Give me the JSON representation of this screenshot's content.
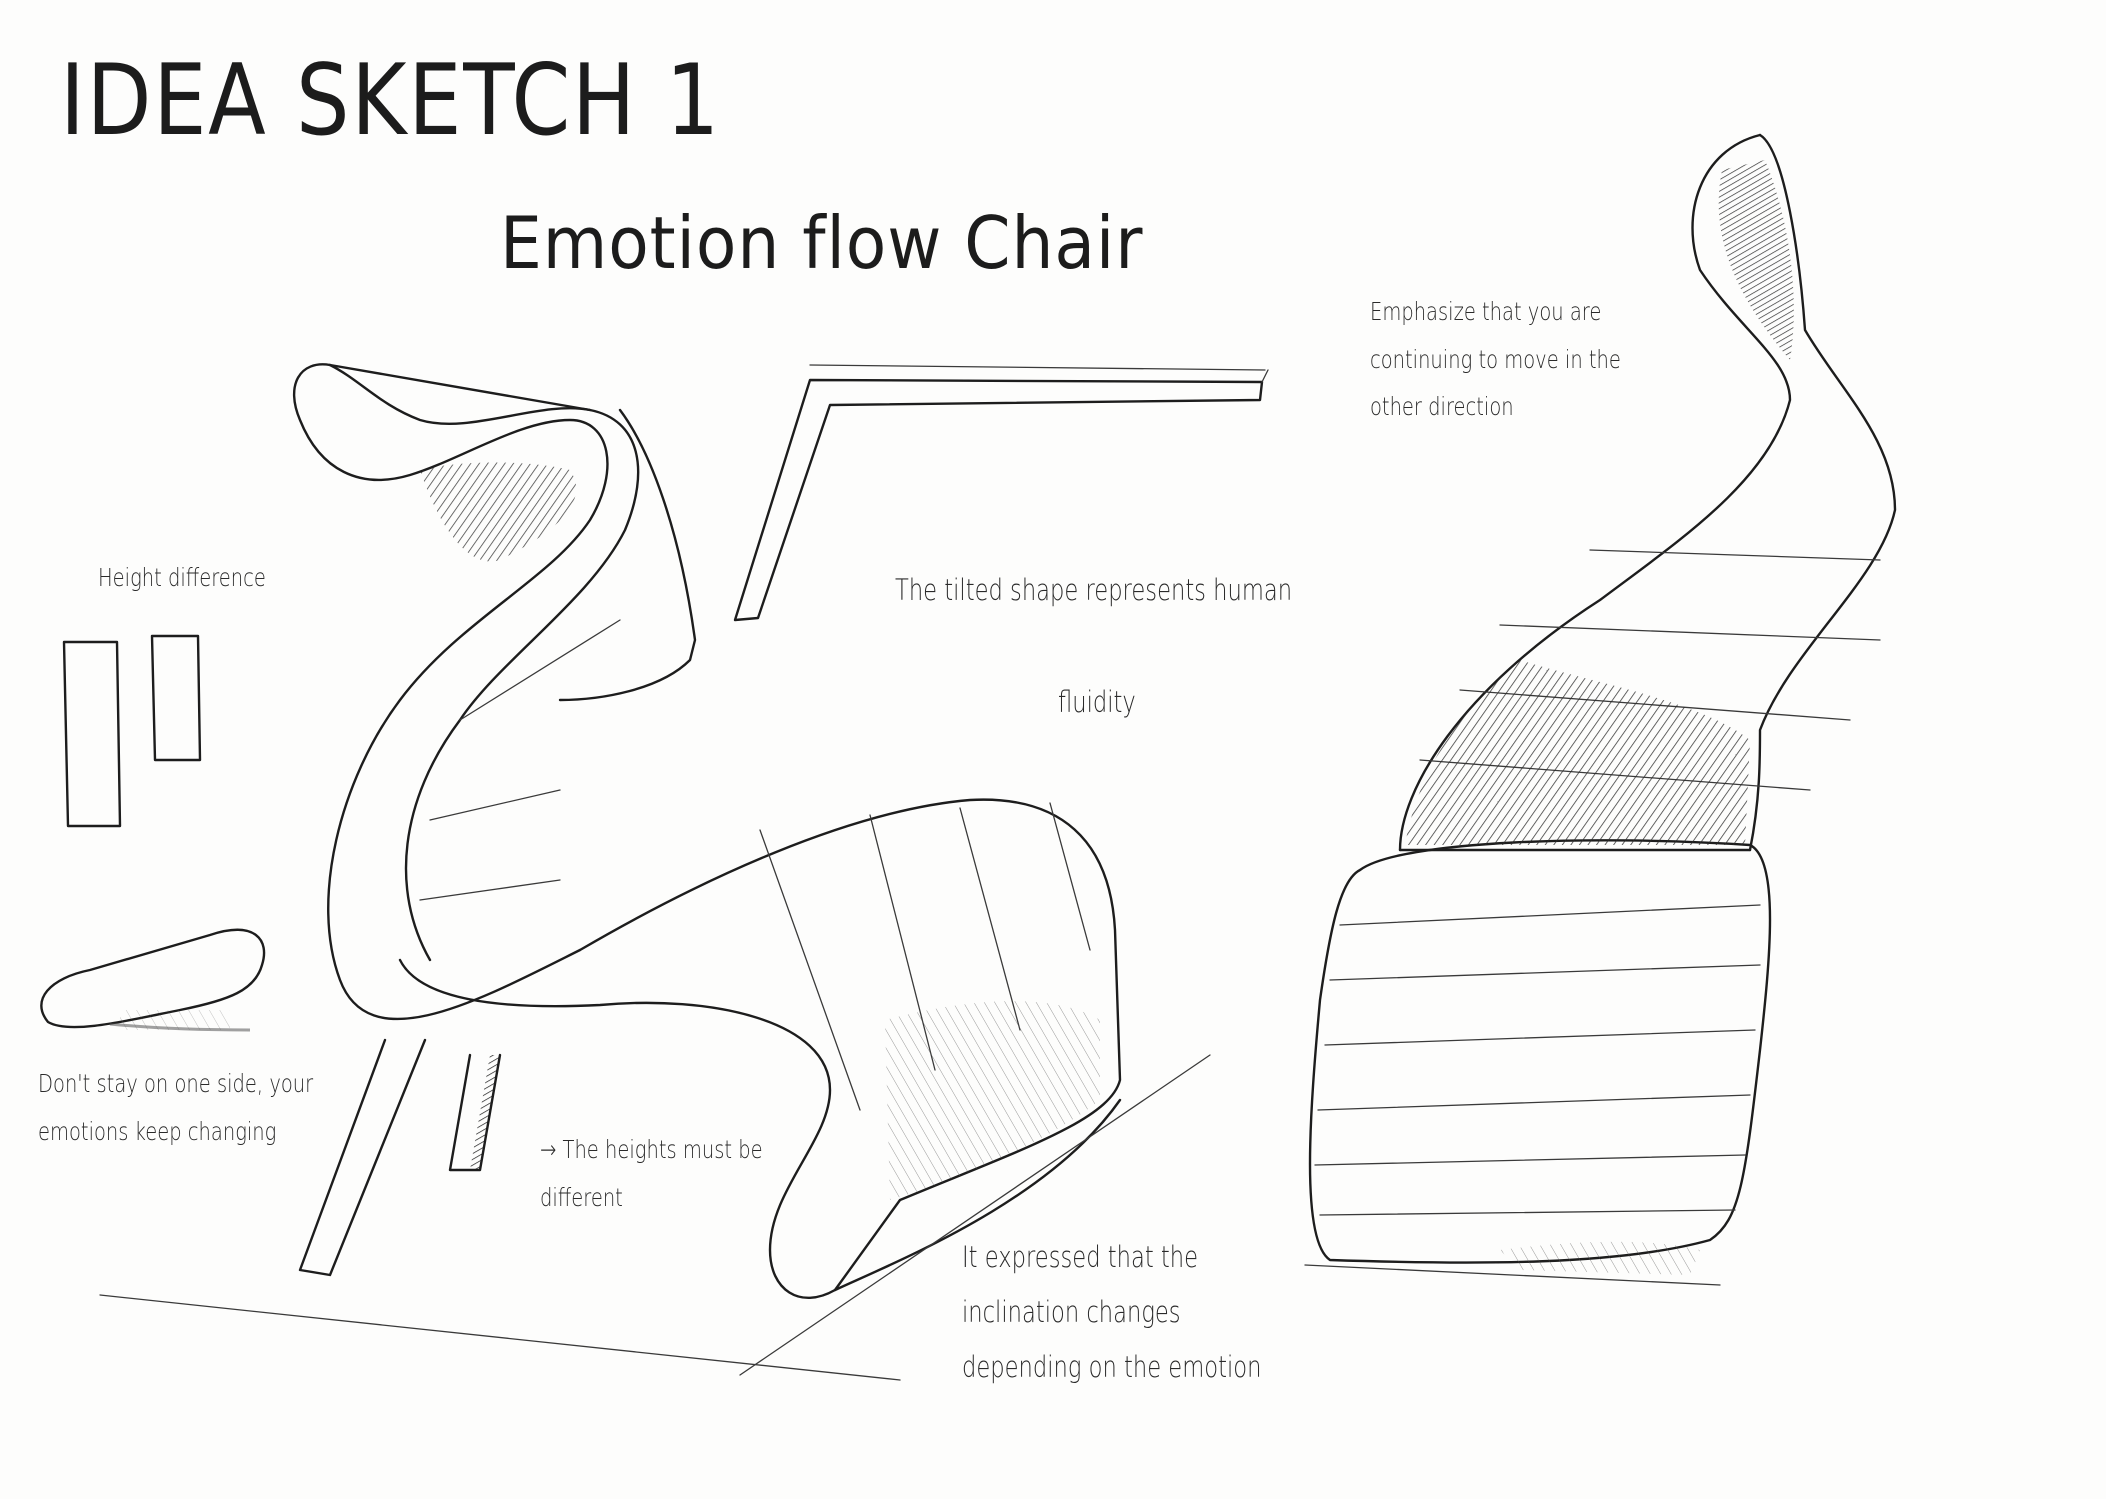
{
  "sheet": {
    "title": "IDEA SKETCH 1",
    "subtitle": "Emotion flow Chair"
  },
  "notes": {
    "height_difference": "Height difference",
    "dont_stay": "Don't stay on one side, your emotions keep changing",
    "heights_different": "→ The heights must be different",
    "tilted_shape": "The tilted shape represents human",
    "fluidity": "fluidity",
    "emphasize": "Emphasize that you are continuing to move in the other direction",
    "inclination": "It expressed that the inclination changes depending on the emotion"
  },
  "icons": {
    "chair_perspective": "chair-side-sketch-icon",
    "chair_side": "chair-tall-side-sketch-icon",
    "profile_angle": "tilted-profile-sketch-icon",
    "height_bars": "height-difference-bars-icon",
    "base_pad": "base-pad-sketch-icon"
  },
  "colors": {
    "ink": "#1d1d1d",
    "paper": "#fdfdfc"
  }
}
